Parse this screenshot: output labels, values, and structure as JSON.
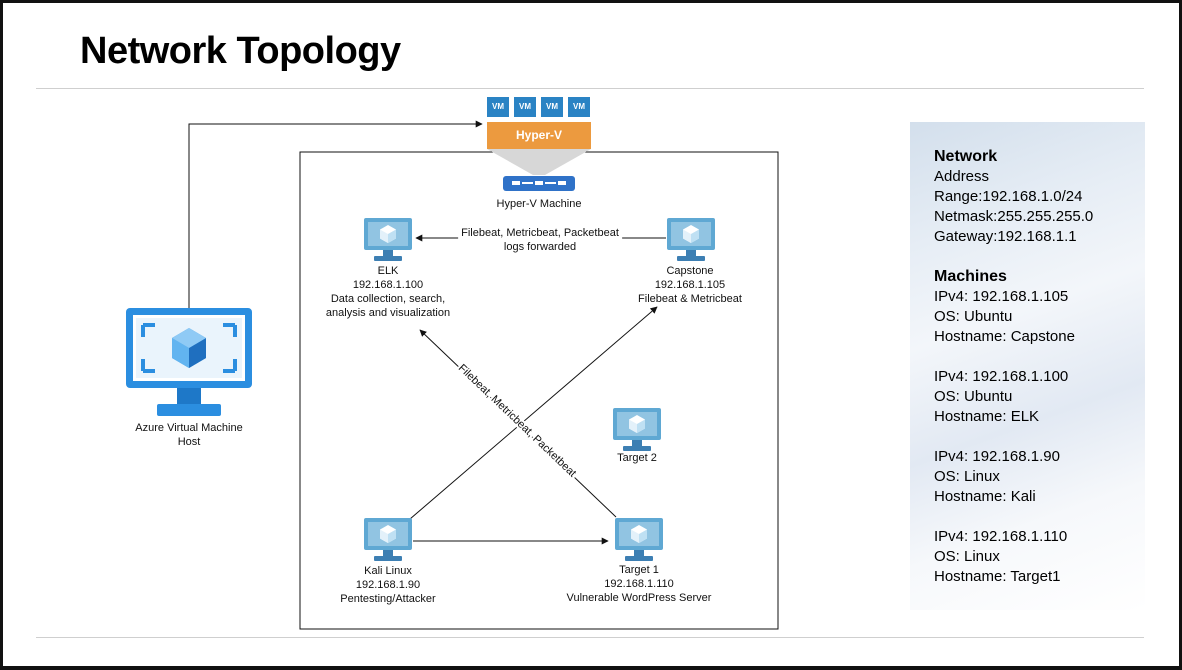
{
  "page": {
    "title": "Network Topology"
  },
  "hypervisor": {
    "vm_badges": [
      "VM",
      "VM",
      "VM",
      "VM"
    ],
    "bar_label": "Hyper-V",
    "machine_label": "Hyper-V Machine"
  },
  "azure_host": {
    "lines": [
      "Azure Virtual Machine",
      "Host"
    ]
  },
  "nodes": {
    "elk": [
      "ELK",
      "192.168.1.100",
      "Data collection, search,",
      "analysis and visualization"
    ],
    "capstone": [
      "Capstone",
      "192.168.1.105",
      "Filebeat & Metricbeat"
    ],
    "target2": [
      "Target 2"
    ],
    "kali": [
      "Kali Linux",
      "192.168.1.90",
      "Pentesting/Attacker"
    ],
    "target1": [
      "Target 1",
      "192.168.1.110",
      "Vulnerable WordPress Server"
    ]
  },
  "edges": {
    "capstone_to_elk": [
      "Filebeat, Metricbeat, Packetbeat",
      "logs forwarded"
    ],
    "target1_to_elk": "Filebeat, Metricbeat, Packetbeat"
  },
  "info_panel": {
    "network": {
      "heading": "Network",
      "lines": [
        "Address",
        "Range:192.168.1.0/24",
        "Netmask:255.255.255.0",
        "Gateway:192.168.1.1"
      ]
    },
    "machines": {
      "heading": "Machines",
      "entries": [
        [
          "IPv4: 192.168.1.105",
          "OS: Ubuntu",
          "Hostname: Capstone"
        ],
        [
          "IPv4: 192.168.1.100",
          "OS: Ubuntu",
          "Hostname: ELK"
        ],
        [
          "IPv4: 192.168.1.90",
          "OS: Linux",
          "Hostname: Kali"
        ],
        [
          "IPv4: 192.168.1.110",
          "OS: Linux",
          "Hostname: Target1"
        ]
      ]
    }
  },
  "colors": {
    "azure_blue": "#2b8ee0",
    "vm_badge": "#2a83c4",
    "hyperv_orange": "#ec9a3f",
    "monitor_blue": "#5fa8d3",
    "edge": "#111111"
  }
}
